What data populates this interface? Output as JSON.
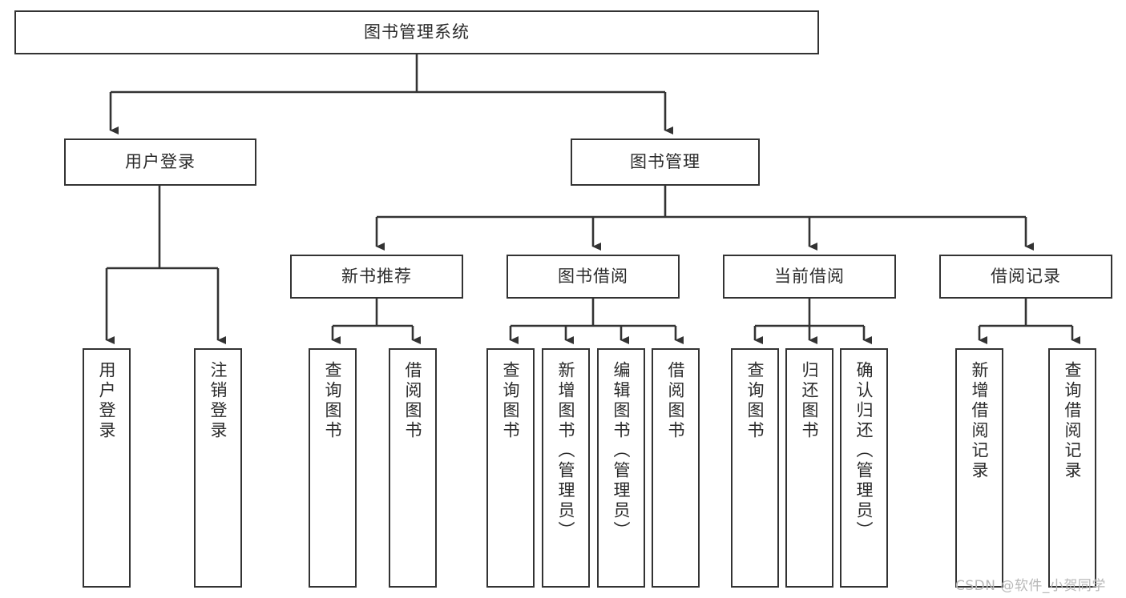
{
  "diagram": {
    "type": "tree-hierarchy-chart",
    "title": "图书管理系统",
    "watermark": "CSDN @软件_小贺同学",
    "colors": {
      "stroke": "#333333",
      "fill": "#ffffff",
      "text": "#2b2b2b",
      "watermark": "#b8b8b8"
    },
    "nodes": {
      "root": {
        "label": "图书管理系统",
        "level": 1
      },
      "l2": [
        {
          "label": "用户登录",
          "level": 2
        },
        {
          "label": "图书管理",
          "level": 2
        }
      ],
      "l3": [
        {
          "label": "新书推荐",
          "level": 3
        },
        {
          "label": "图书借阅",
          "level": 3
        },
        {
          "label": "当前借阅",
          "level": 3
        },
        {
          "label": "借阅记录",
          "level": 3
        }
      ],
      "leaves": {
        "user_login": [
          {
            "label": "用户登录"
          },
          {
            "label": "注销登录"
          }
        ],
        "new_books": [
          {
            "label": "查询图书"
          },
          {
            "label": "借阅图书"
          }
        ],
        "borrow_books": [
          {
            "label": "查询图书"
          },
          {
            "label": "新增图书（管理员）"
          },
          {
            "label": "编辑图书（管理员）"
          },
          {
            "label": "借阅图书"
          }
        ],
        "current_borrow": [
          {
            "label": "查询图书"
          },
          {
            "label": "归还图书"
          },
          {
            "label": "确认归还（管理员）"
          }
        ],
        "borrow_records": [
          {
            "label": "新增借阅记录"
          },
          {
            "label": "查询借阅记录"
          }
        ]
      }
    }
  }
}
